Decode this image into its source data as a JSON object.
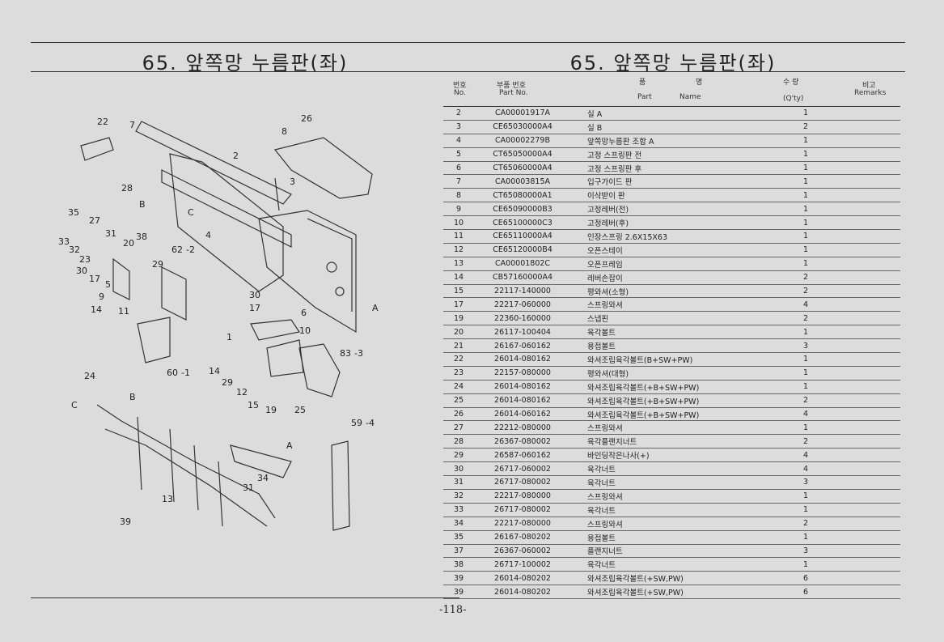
{
  "left": {
    "title": "65. 앞쪽망 누름판(좌)",
    "callouts": [
      "22",
      "7",
      "26",
      "8",
      "2",
      "3",
      "28",
      "B",
      "C",
      "35",
      "27",
      "4",
      "33",
      "32",
      "38",
      "31",
      "20",
      "62",
      "-2",
      "23",
      "30",
      "17",
      "5",
      "9",
      "14",
      "11",
      "29",
      "30",
      "17",
      "6",
      "A",
      "1",
      "10",
      "83",
      "-3",
      "14",
      "29",
      "12",
      "15",
      "19",
      "25",
      "60",
      "-1",
      "24",
      "C",
      "B",
      "59",
      "-4",
      "A",
      "34",
      "31",
      "13",
      "39"
    ]
  },
  "right": {
    "title": "65. 앞쪽망 누름판(좌)",
    "headers": {
      "no_ko": "번호",
      "no_en": "No.",
      "pn_ko": "부품 번호",
      "pn_en": "Part  No.",
      "name_ko_1": "품",
      "name_ko_2": "명",
      "name_en_1": "Part",
      "name_en_2": "Name",
      "qty_ko": "수 량",
      "qty_en": "(Q'ty)",
      "rem_ko": "비고",
      "rem_en": "Remarks"
    },
    "rows": [
      {
        "no": "2",
        "pn": "CA00001917A",
        "name": "실 A",
        "qty": "1"
      },
      {
        "no": "3",
        "pn": "CE65030000A4",
        "name": "실 B",
        "qty": "2"
      },
      {
        "no": "4",
        "pn": "CA00002279B",
        "name": "앞쪽망누름판 조합 A",
        "qty": "1"
      },
      {
        "no": "5",
        "pn": "CT65050000A4",
        "name": "고정 스프링판 전",
        "qty": "1"
      },
      {
        "no": "6",
        "pn": "CT65060000A4",
        "name": "고정 스프링판 후",
        "qty": "1"
      },
      {
        "no": "7",
        "pn": "CA00003815A",
        "name": "입구가이드 판",
        "qty": "1"
      },
      {
        "no": "8",
        "pn": "CT65080000A1",
        "name": "이삭받이 판",
        "qty": "1"
      },
      {
        "no": "9",
        "pn": "CE65090000B3",
        "name": "고정레버(전)",
        "qty": "1"
      },
      {
        "no": "10",
        "pn": "CE65100000C3",
        "name": "고정레버(후)",
        "qty": "1"
      },
      {
        "no": "11",
        "pn": "CE65110000A4",
        "name": "인장스프링 2.6X15X63",
        "qty": "1"
      },
      {
        "no": "12",
        "pn": "CE65120000B4",
        "name": "오픈스테이",
        "qty": "1"
      },
      {
        "no": "13",
        "pn": "CA00001802C",
        "name": "오픈프레임",
        "qty": "1"
      },
      {
        "no": "14",
        "pn": "CB57160000A4",
        "name": "레버손잡이",
        "qty": "2"
      },
      {
        "no": "15",
        "pn": "22117-140000",
        "name": "평와셔(소형)",
        "qty": "2"
      },
      {
        "no": "17",
        "pn": "22217-060000",
        "name": "스프링와셔",
        "qty": "4"
      },
      {
        "no": "19",
        "pn": "22360-160000",
        "name": "스냅핀",
        "qty": "2"
      },
      {
        "no": "20",
        "pn": "26117-100404",
        "name": "육각볼트",
        "qty": "1"
      },
      {
        "no": "21",
        "pn": "26167-060162",
        "name": "용접볼트",
        "qty": "3"
      },
      {
        "no": "22",
        "pn": "26014-080162",
        "name": "와셔조립육각볼트(B+SW+PW)",
        "qty": "1"
      },
      {
        "no": "23",
        "pn": "22157-080000",
        "name": "평와셔(대형)",
        "qty": "1"
      },
      {
        "no": "24",
        "pn": "26014-080162",
        "name": "와셔조립육각볼트(+B+SW+PW)",
        "qty": "1"
      },
      {
        "no": "25",
        "pn": "26014-080162",
        "name": "와셔조립육각볼트(+B+SW+PW)",
        "qty": "2"
      },
      {
        "no": "26",
        "pn": "26014-060162",
        "name": "와셔조립육각볼트(+B+SW+PW)",
        "qty": "4"
      },
      {
        "no": "27",
        "pn": "22212-080000",
        "name": "스프링와셔",
        "qty": "1"
      },
      {
        "no": "28",
        "pn": "26367-080002",
        "name": "육각플랜지너트",
        "qty": "2"
      },
      {
        "no": "29",
        "pn": "26587-060162",
        "name": "바인딩작은나사(+)",
        "qty": "4"
      },
      {
        "no": "30",
        "pn": "26717-060002",
        "name": "육각너트",
        "qty": "4"
      },
      {
        "no": "31",
        "pn": "26717-080002",
        "name": "육각너트",
        "qty": "3"
      },
      {
        "no": "32",
        "pn": "22217-080000",
        "name": "스프링와셔",
        "qty": "1"
      },
      {
        "no": "33",
        "pn": "26717-080002",
        "name": "육각너트",
        "qty": "1"
      },
      {
        "no": "34",
        "pn": "22217-080000",
        "name": "스프링와셔",
        "qty": "2"
      },
      {
        "no": "35",
        "pn": "26167-080202",
        "name": "용접볼트",
        "qty": "1"
      },
      {
        "no": "37",
        "pn": "26367-060002",
        "name": "플랜지너트",
        "qty": "3"
      },
      {
        "no": "38",
        "pn": "26717-100002",
        "name": "육각너트",
        "qty": "1"
      },
      {
        "no": "39",
        "pn": "26014-080202",
        "name": "와셔조립육각볼트(+SW,PW)",
        "qty": "6"
      },
      {
        "no": "39",
        "pn": "26014-080202",
        "name": "와셔조립육각볼트(+SW,PW)",
        "qty": "6"
      }
    ],
    "page_number": "-118-"
  }
}
